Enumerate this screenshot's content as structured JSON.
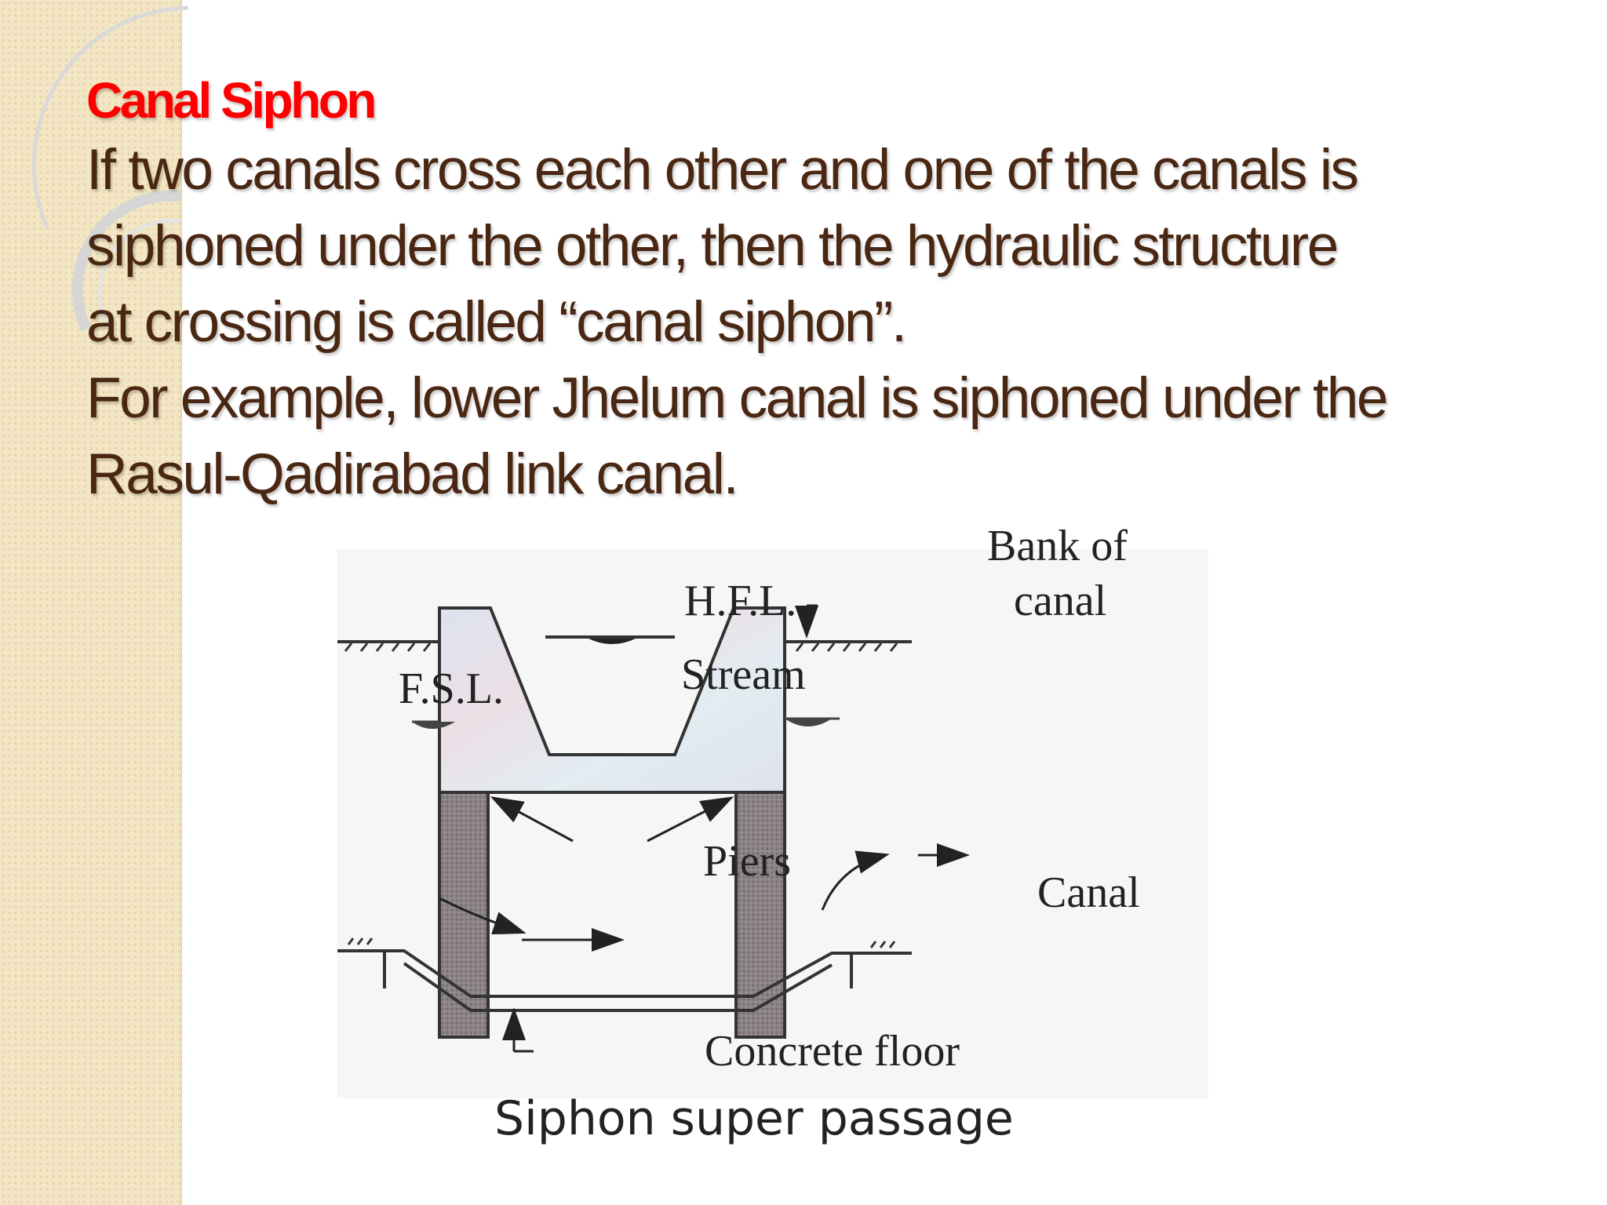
{
  "slide": {
    "title": "Canal Siphon",
    "body_lines": [
      "If two canals cross each other and one of the canals is",
      "siphoned under the other, then the hydraulic structure",
      "at  crossing is called “canal siphon”.",
      "For example, lower Jhelum canal is siphoned under the",
      "Rasul-Qadirabad link canal."
    ]
  },
  "diagram": {
    "labels": {
      "bank_of": "Bank of",
      "canal_top": "canal",
      "hfl": "H.F.L.",
      "fsl": "F.S.L.",
      "stream": "Stream",
      "piers": "Piers",
      "canal": "Canal",
      "concrete_floor": "Concrete floor"
    },
    "caption": "Siphon super passage"
  },
  "colors": {
    "title": "#ff0000",
    "body": "#4a2712",
    "strip": "#f3e6c4"
  }
}
